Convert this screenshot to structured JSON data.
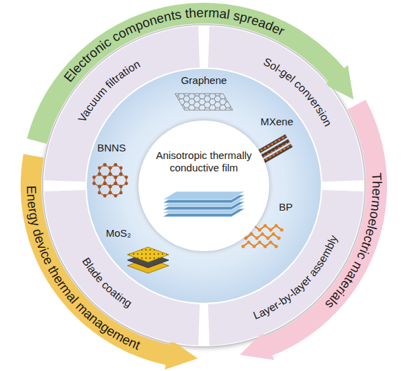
{
  "diagram": {
    "nodes": [
      {
        "text": [
          "Electronic components thermal spreader"
        ]
      },
      {
        "text": [
          "Thermoelectric materials"
        ]
      },
      {
        "text": [
          "Energy device thermal management"
        ]
      },
      {
        "text": [
          "Vacuum filtration"
        ]
      },
      {
        "text": [
          "Sol-gel conversion"
        ]
      },
      {
        "text": [
          "Layer-by-layer assembly"
        ]
      },
      {
        "text": [
          "Blade coating"
        ]
      },
      {
        "text": [
          "Anisotropic thermally conductive film"
        ]
      }
    ],
    "labels": [
      "Graphene",
      "MXene",
      "BP",
      "MoS₂",
      "BNNS"
    ]
  }
}
